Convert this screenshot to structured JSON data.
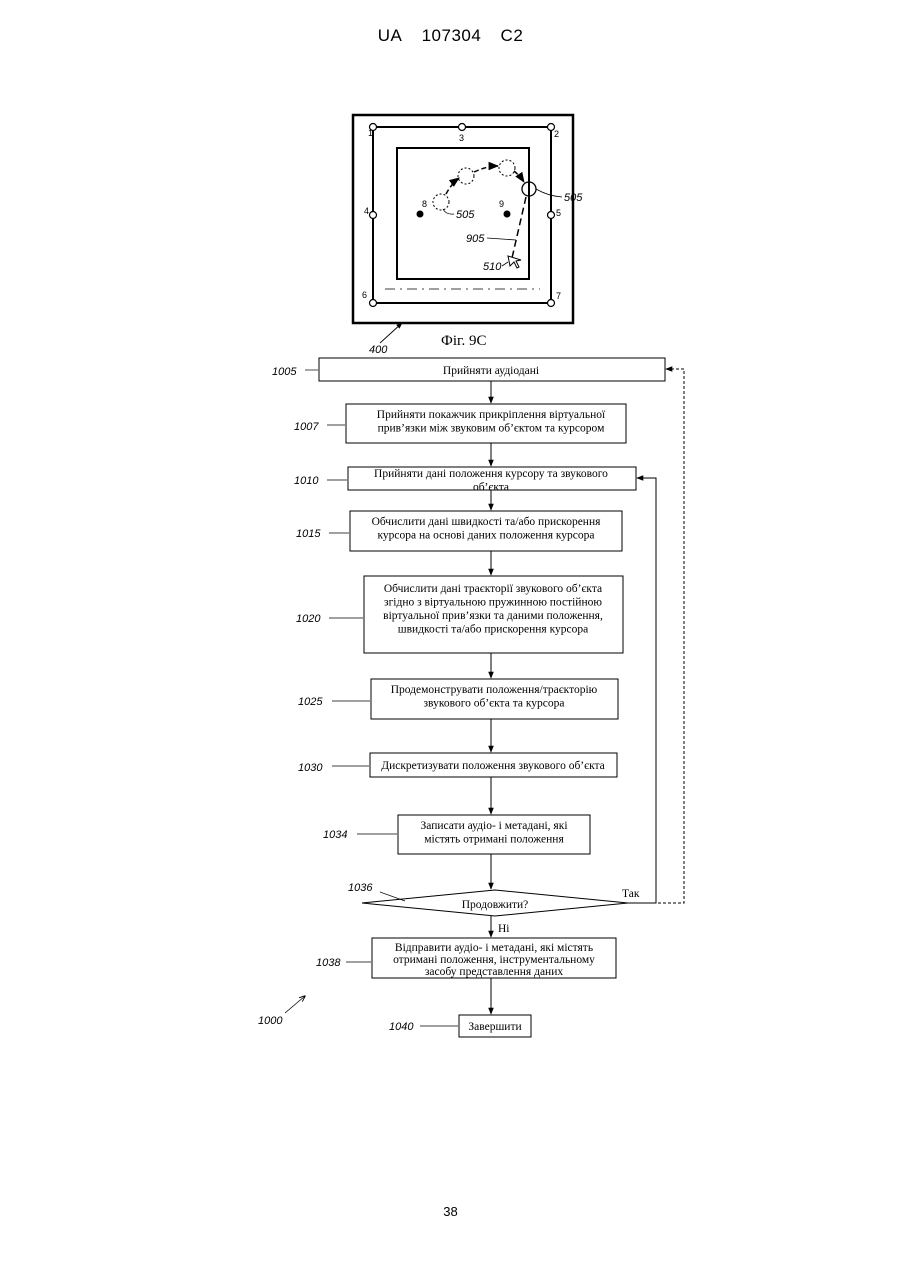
{
  "header": {
    "country": "UA",
    "number": "107304",
    "kind": "C2"
  },
  "page_number": "38",
  "figure_9c": {
    "caption": "Фіг. 9C",
    "ref_frame": "400",
    "ref_object": "505",
    "ref_object_start": "505",
    "ref_path": "905",
    "ref_cursor": "510",
    "speakers": [
      "1",
      "2",
      "3",
      "4",
      "5",
      "6",
      "7",
      "8",
      "9"
    ]
  },
  "flowchart": {
    "ref": "1000",
    "steps": [
      {
        "ref": "1005",
        "lines": [
          "Прийняти аудіодані"
        ]
      },
      {
        "ref": "1007",
        "lines": [
          "Прийняти покажчик прикріплення віртуальної",
          "прив’язки між звуковим об’єктом та курсором"
        ]
      },
      {
        "ref": "1010",
        "lines": [
          "Прийняти дані положення курсору та звукового",
          "об’єкта"
        ]
      },
      {
        "ref": "1015",
        "lines": [
          "Обчислити дані швидкості та/або прискорення",
          "курсора на основі даних положення курсора"
        ]
      },
      {
        "ref": "1020",
        "lines": [
          "Обчислити дані траєкторії звукового об’єкта",
          "згідно з віртуальною пружинною постійною",
          "віртуальної прив’язки та даними положення,",
          "швидкості та/або прискорення курсора"
        ]
      },
      {
        "ref": "1025",
        "lines": [
          "Продемонструвати положення/траєкторію",
          "звукового об’єкта та курсора"
        ]
      },
      {
        "ref": "1030",
        "lines": [
          "Дискретизувати положення звукового об’єкта"
        ]
      },
      {
        "ref": "1034",
        "lines": [
          "Записати аудіо- і метадані, які",
          "містять отримані положення"
        ]
      }
    ],
    "decision": {
      "ref": "1036",
      "label": "Продовжити?",
      "yes": "Так",
      "no": "Ні"
    },
    "send": {
      "ref": "1038",
      "lines": [
        "Відправити аудіо- і метадані, які містять",
        "отримані положення, інструментальному",
        "засобу представлення даних"
      ]
    },
    "end": {
      "ref": "1040",
      "label": "Завершити"
    }
  }
}
